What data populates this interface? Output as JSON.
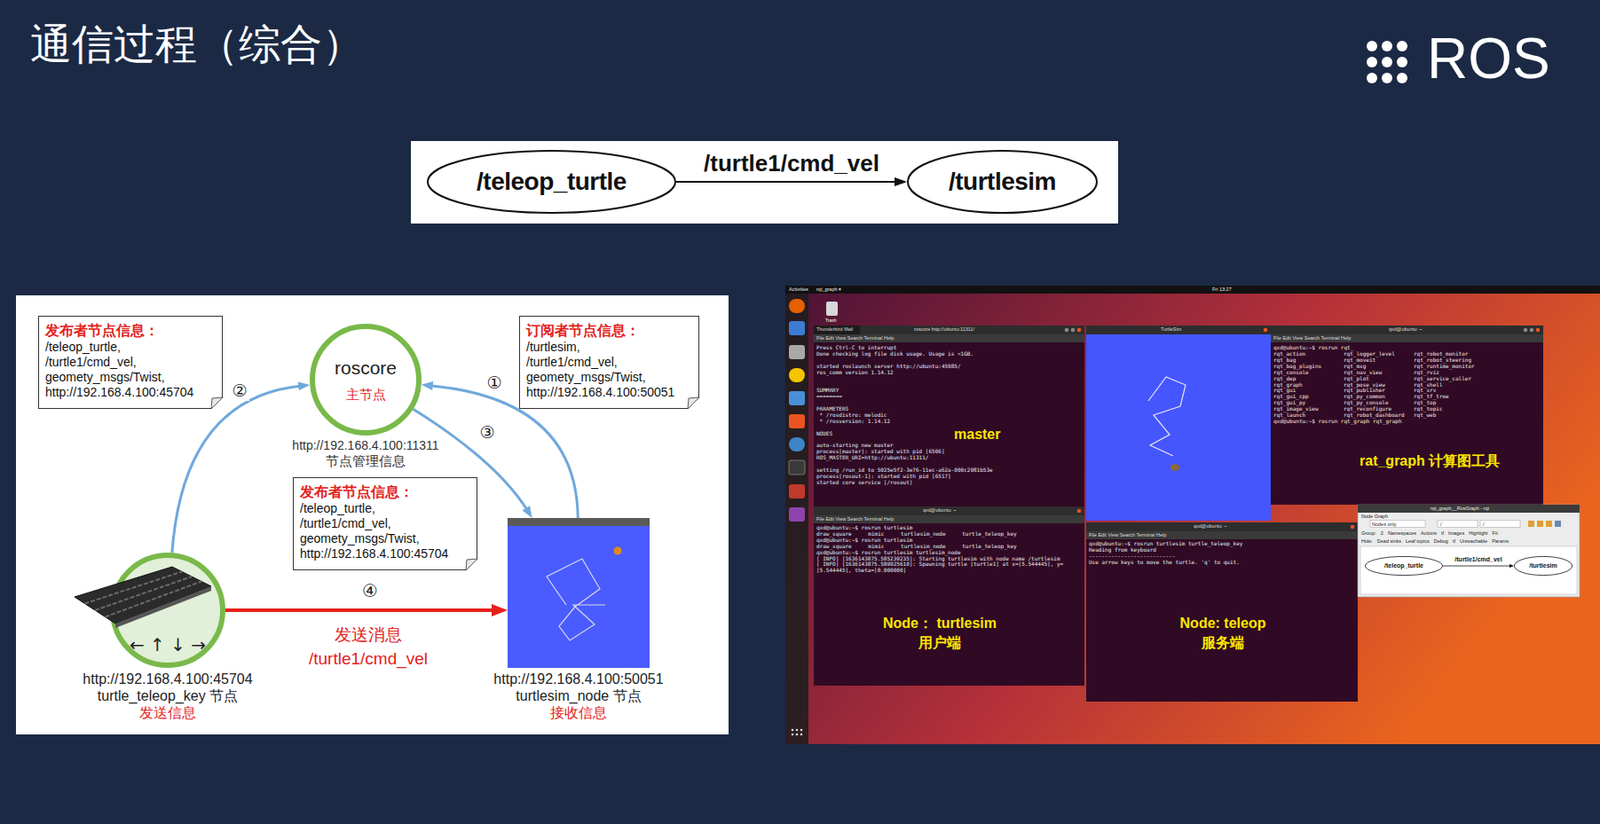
{
  "diagram": {
    "title": "通信过程（综合）",
    "nodes": [
      {
        "text": [
          "/teleop_turtle"
        ]
      },
      {
        "text": [
          "/turtlesim"
        ]
      },
      {
        "text": [
          "发布者节点信息：",
          "/teleop_turtle, /turtle1/cmd_vel, geomety_msgs/Twist, http://192.168.4.100:45704"
        ]
      },
      {
        "text": [
          "roscore",
          "主节点",
          "http://192.168.4.100:11311",
          "节点管理信息"
        ]
      },
      {
        "text": [
          "订阅者节点信息：",
          "/turtlesim, /turtle1/cmd_vel, geomety_msgs/Twist, http://192.168.4.100:50051"
        ]
      },
      {
        "text": [
          "发布者节点信息：",
          "/teleop_turtle, /turtle1/cmd_vel, geomety_msgs/Twist, http://192.168.4.100:45704"
        ]
      },
      {
        "text": [
          "← ↑ ↓ →",
          "http://192.168.4.100:45704",
          "turtle_teleop_key 节点",
          "发送信息"
        ]
      },
      {
        "text": [
          "http://192.168.4.100:50051",
          "turtlesim_node 节点",
          "接收信息"
        ]
      },
      {
        "text": [
          "/teleop_turtle"
        ]
      },
      {
        "text": [
          "/turtlesim"
        ]
      }
    ],
    "edges": [
      {
        "from": 0,
        "to": 1,
        "label": "/turtle1/cmd_vel",
        "arrow": "to"
      },
      {
        "from": 6,
        "to": 3,
        "label": "②",
        "arrow": "to"
      },
      {
        "from": 7,
        "to": 3,
        "label": "①",
        "arrow": "to"
      },
      {
        "from": 3,
        "to": 7,
        "label": "③",
        "arrow": "to"
      },
      {
        "from": 6,
        "to": 7,
        "label": "④",
        "arrow": "to"
      },
      {
        "from": 8,
        "to": 9,
        "label": "/turtle1/cmd_vel",
        "arrow": "to"
      }
    ],
    "labels": [
      "发送消息",
      "/turtle1/cmd_vel",
      "ROS",
      "Activities",
      "rqt_graph ▾",
      "Fri 13:27",
      "Trash",
      "Thunderbird Mail",
      "roscore http://ubuntu:11311/",
      "File Edit View Search Terminal Help",
      "Press Ctrl-C to interrupt",
      "Done checking log file disk usage. Usage is <1GB.",
      "started roslaunch server http://ubuntu:45985/",
      "ros_comm version 1.14.12",
      "SUMMARY",
      "========",
      "PARAMETERS",
      "* /rosdistro: melodic",
      "* /rosversion: 1.14.12",
      "NODES",
      "auto-starting new master",
      "process[master]: started with pid [6506]",
      "ROS_MASTER_URI=http://ubuntu:11311/",
      "setting /run_id to 5025e5f2-3e76-11ec-a62a-000c2981b53e",
      "process[rosout-1]: started with pid [6517]",
      "started core service [/rosout]",
      "master",
      "TurtleSim",
      "qxd@ubuntu: ~",
      "File Edit View Search Terminal Help",
      "qxd@ubuntu:~$ rosrun rqt_",
      "rqt_action",
      "rqt_logger_level",
      "rqt_robot_monitor",
      "rqt_bag",
      "rqt_moveit",
      "rqt_robot_steering",
      "rqt_bag_plugins",
      "rqt_msg",
      "rqt_runtime_monitor",
      "rqt_console",
      "rqt_nav_view",
      "rqt_rviz",
      "rqt_dep",
      "rqt_plot",
      "rqt_service_caller",
      "rqt_graph",
      "rqt_pose_view",
      "rqt_shell",
      "rqt_gui",
      "rqt_publisher",
      "rqt_srv",
      "rqt_gui_cpp",
      "rqt_py_common",
      "rqt_tf_tree",
      "rqt_gui_py",
      "rqt_py_console",
      "rqt_top",
      "rqt_image_view",
      "rqt_reconfigure",
      "rqt_topic",
      "rqt_launch",
      "rqt_robot_dashboard",
      "rqt_web",
      "qxd@ubuntu:~$ rosrun rqt_graph rqt_graph",
      "rat_graph 计算图工具",
      "qxd@ubuntu: ~",
      "File Edit View Search Terminal Help",
      "qxd@ubuntu:~$ rosrun turtlesim",
      "draw_square mimic turtlesim_node turtle_teleop_key",
      "qxd@ubuntu:~$ rosrun turtlesim",
      "draw_square mimic turtlesim_node turtle_teleop_key",
      "qxd@ubuntu:~$ rosrun turtlesim turtlesim_node",
      "[ INFO] [1636143875.585239235]: Starting turtlesim with node name /turtlesim",
      "[ INFO] [1636143875.589925610]: Spawning turtle [turtle1] at x=[5.544445], y=[5.544445], theta=[0.000000]",
      "Node： turtlesim",
      "用户端",
      "qxd@ubuntu: ~",
      "File Edit View Search Terminal Help",
      "qxd@ubuntu:~$ rosrun turtlesim turtle_teleop_key",
      "Reading from keyboard",
      "---------------------------",
      "Use arrow keys to move the turtle. 'q' to quit.",
      "Node: teleop",
      "服务端",
      "rqt_graph__RosGraph - rqt",
      "Node Graph",
      "Nodes only",
      "/",
      "/",
      "Group:",
      "2",
      "Namespaces",
      "Actions",
      "tf",
      "Images",
      "Highlight",
      "Fit",
      "Hide:",
      "Dead sinks",
      "Leaf topics",
      "Debug",
      "tf",
      "Unreachable",
      "Params"
    ]
  }
}
